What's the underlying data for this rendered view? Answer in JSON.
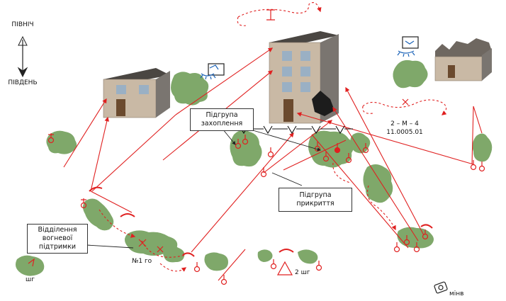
{
  "compass": {
    "north": "ПІВНІЧ",
    "south": "ПІВДЕНЬ"
  },
  "callouts": {
    "capture_group": [
      "Підгрупа",
      "захоплення"
    ],
    "cover_group": [
      "Підгрупа",
      "прикриття"
    ],
    "fire_support": [
      "Відділення",
      "вогневої",
      "підтримки"
    ]
  },
  "labels": {
    "shg_left": "шг",
    "shg_center": "2 шг",
    "unit_1go": "№1 го",
    "mines": "мінв",
    "grid_code_line1": "2 – M – 4",
    "grid_code_line2": "11.0005.01",
    "obstacle_line": "V—V—V—V—V—"
  },
  "colors": {
    "route_red": "#e02020",
    "bush_green": "#7fa86a",
    "bush_dark": "#6a9458",
    "wall_front": "#c9b9a5",
    "wall_side": "#7a7570",
    "roof": "#4a4642",
    "window": "#9ab0c4",
    "door": "#6b4a2e",
    "text": "#111111"
  },
  "icons": [
    "compass-arrow-icon",
    "observation-post-icon",
    "mine-icon",
    "damaged-building-icon",
    "building-icon"
  ]
}
